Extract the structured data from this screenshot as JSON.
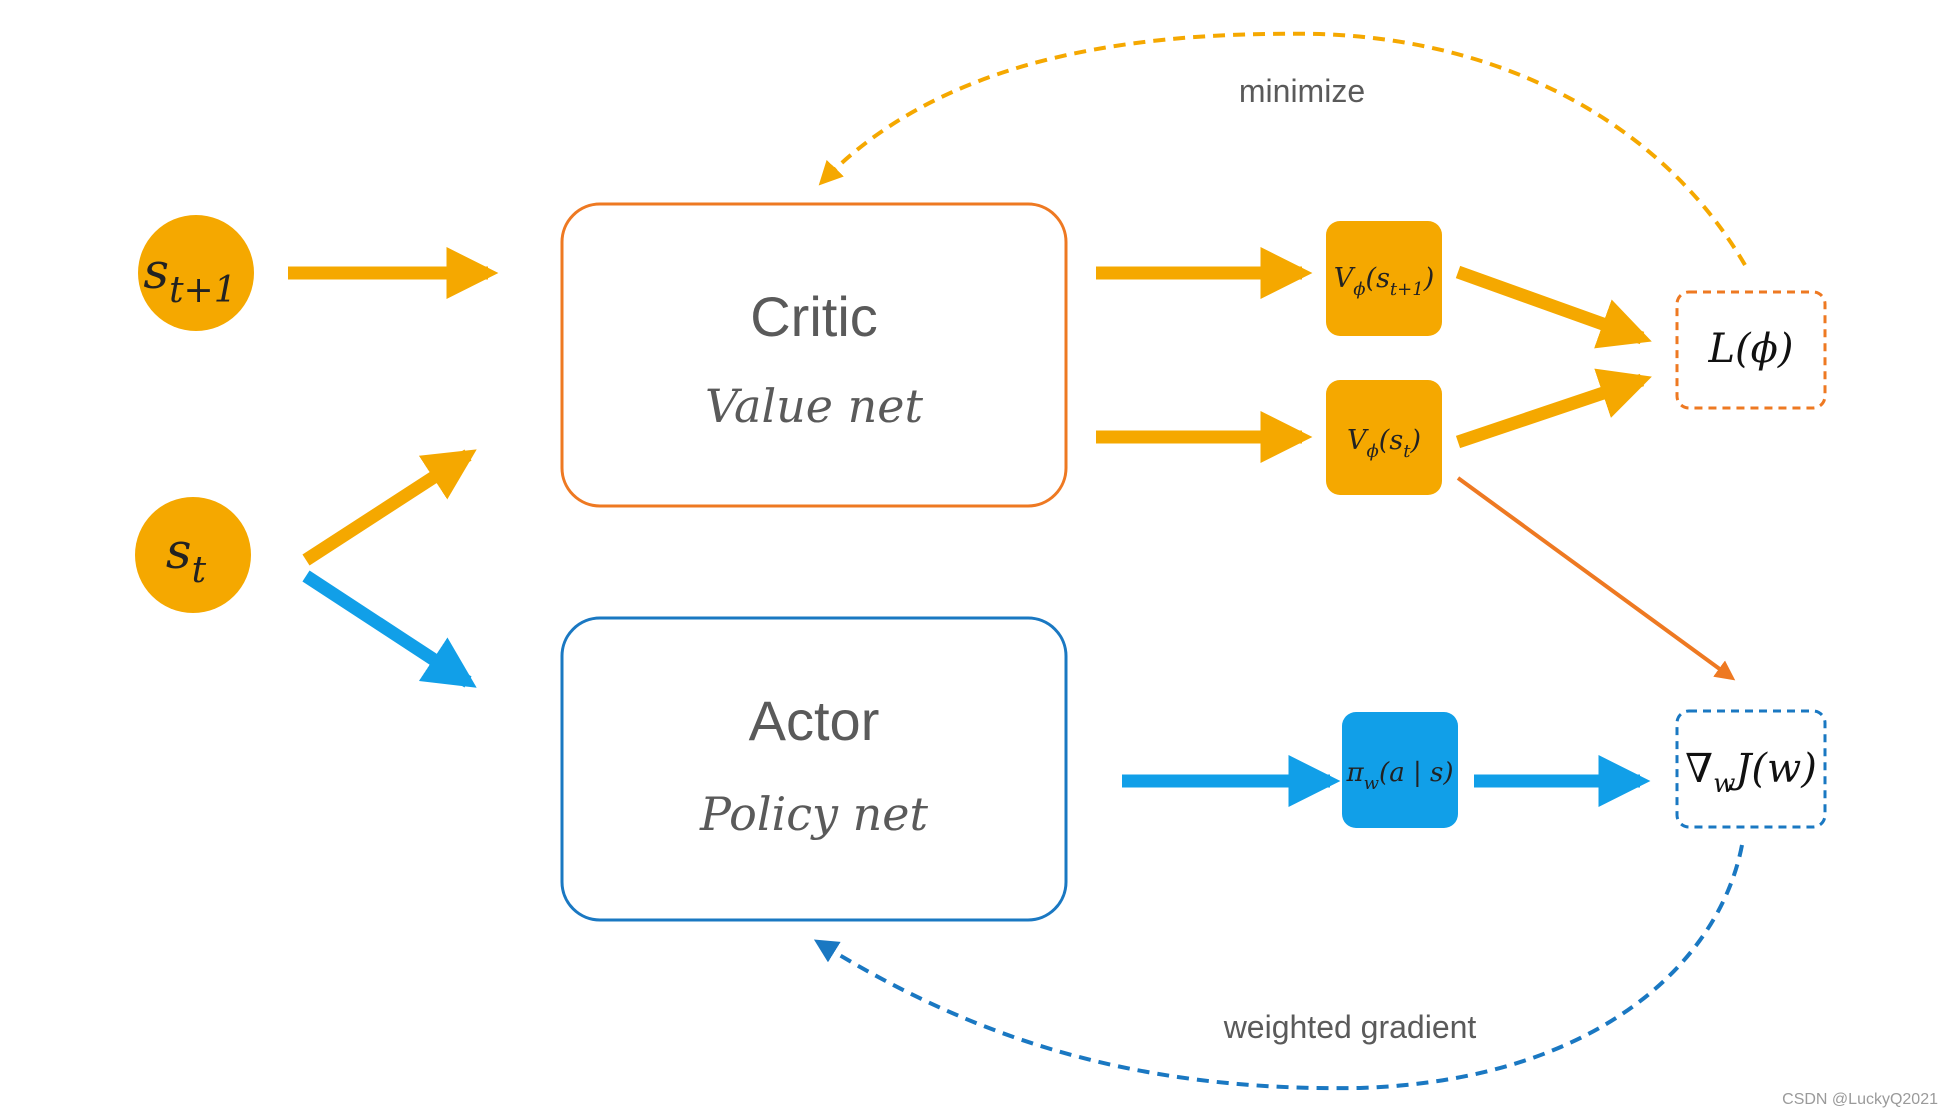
{
  "states": {
    "s_next": {
      "base": "s",
      "sub": "t+1"
    },
    "s_curr": {
      "base": "s",
      "sub": "t"
    }
  },
  "critic": {
    "title": "Critic",
    "subtitle": "Value net"
  },
  "actor": {
    "title": "Actor",
    "subtitle": "Policy net"
  },
  "outputs": {
    "v_next": {
      "head": "V",
      "sub": "ϕ",
      "arg_open": "(",
      "arg_base": "s",
      "arg_sub": "t+1",
      "arg_close": ")"
    },
    "v_curr": {
      "head": "V",
      "sub": "ϕ",
      "arg_open": "(",
      "arg_base": "s",
      "arg_sub": "t",
      "arg_close": ")"
    },
    "policy": {
      "head": "π",
      "sub": "w",
      "args": "(a | s)"
    }
  },
  "loss": {
    "text": "L(ϕ)"
  },
  "grad": {
    "nabla": "∇",
    "sub": "w",
    "text": "J(w)"
  },
  "labels": {
    "minimize": "minimize",
    "weighted_gradient": "weighted gradient"
  },
  "watermark": "CSDN @LuckyQ2021",
  "colors": {
    "gold": "#f5a800",
    "orange": "#ee7922",
    "blue": "#119fe8",
    "blue_dark": "#1a78c2",
    "text_gray": "#5a5a5a"
  }
}
